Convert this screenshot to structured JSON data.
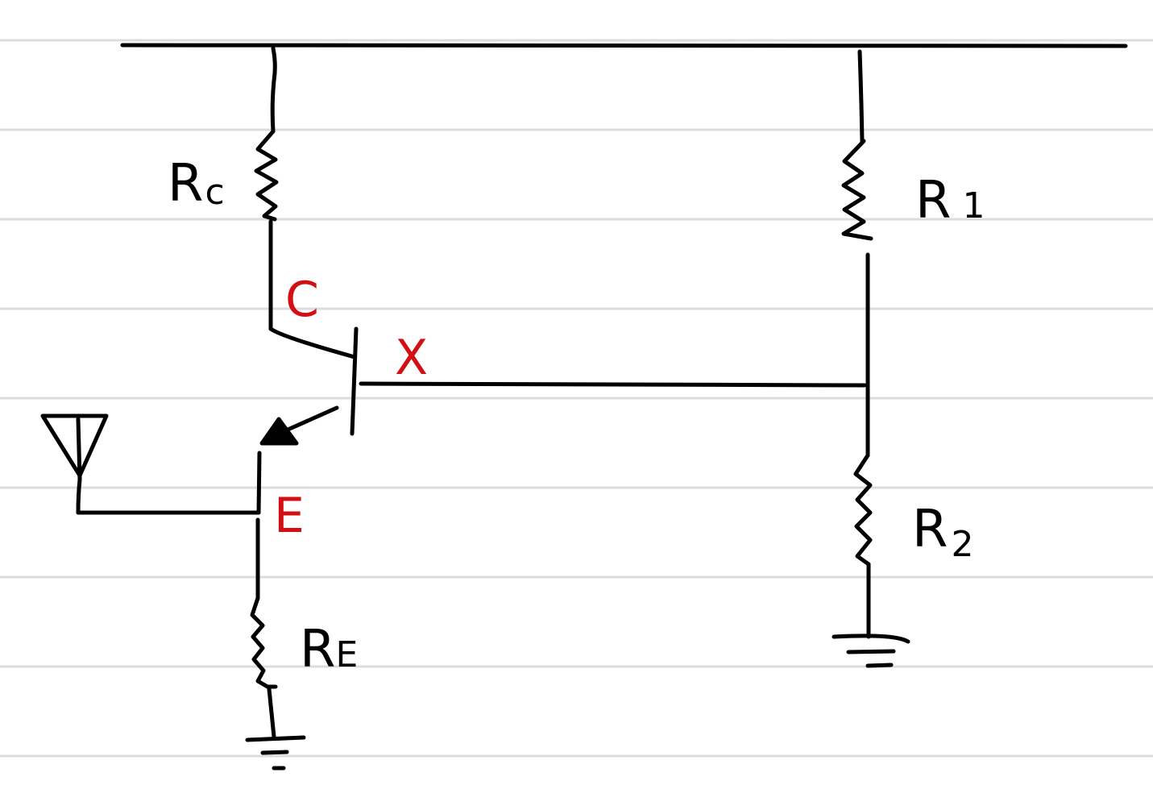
{
  "colors": {
    "ink": "#000000",
    "annotation": "#d40f14",
    "ruled_line": "#dcdcdc",
    "paper": "#ffffff"
  },
  "labels": {
    "rc": {
      "main": "R",
      "sub": "c"
    },
    "r1": {
      "main": "R",
      "sub": "1"
    },
    "r2": {
      "main": "R",
      "sub": "2"
    },
    "re": {
      "main": "R",
      "sub": "E"
    },
    "collector": "C",
    "emitter": "E",
    "node_x": "X"
  },
  "icons": [
    "antenna-icon",
    "ground-icon",
    "resistor-icon",
    "npn-transistor-icon"
  ]
}
